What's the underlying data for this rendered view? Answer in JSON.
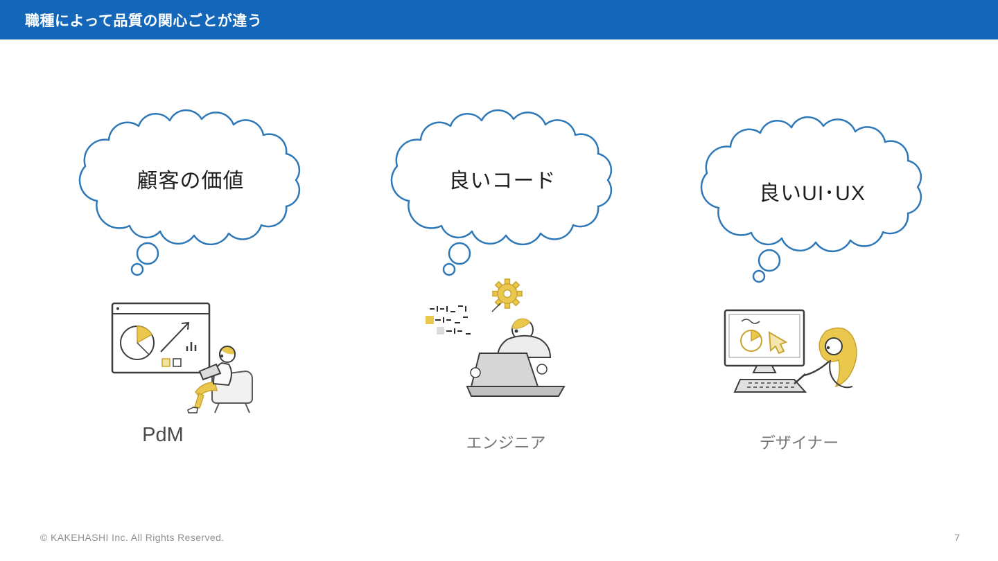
{
  "slide": {
    "title": "職種によって品質の関心ごとが違う",
    "copyright": "© KAKEHASHI Inc. All Rights Reserved.",
    "page_number": "7"
  },
  "roles": [
    {
      "thought": "顧客の価値",
      "label": "PdM"
    },
    {
      "thought": "良いコード",
      "label": "エンジニア"
    },
    {
      "thought": "良いUI･UX",
      "label": "デザイナー"
    }
  ],
  "icons": {
    "thought-cloud": "cloud-outline-bubble",
    "gear": "settings-gear",
    "pie-chart": "pie-chart",
    "bar-chart": "bar-chart",
    "trend-arrow": "up-right-arrow",
    "monitor": "desktop-monitor",
    "keyboard": "keyboard",
    "laptop": "laptop",
    "stylus-pen": "stylus-pen"
  },
  "colors": {
    "header_bg": "#1467b8",
    "bubble_outline": "#2e78b8",
    "accent_yellow": "#eac84e",
    "accent_yellow_dark": "#c9a32e",
    "label_gray": "#767676",
    "footer_gray": "#8e8e8e"
  }
}
